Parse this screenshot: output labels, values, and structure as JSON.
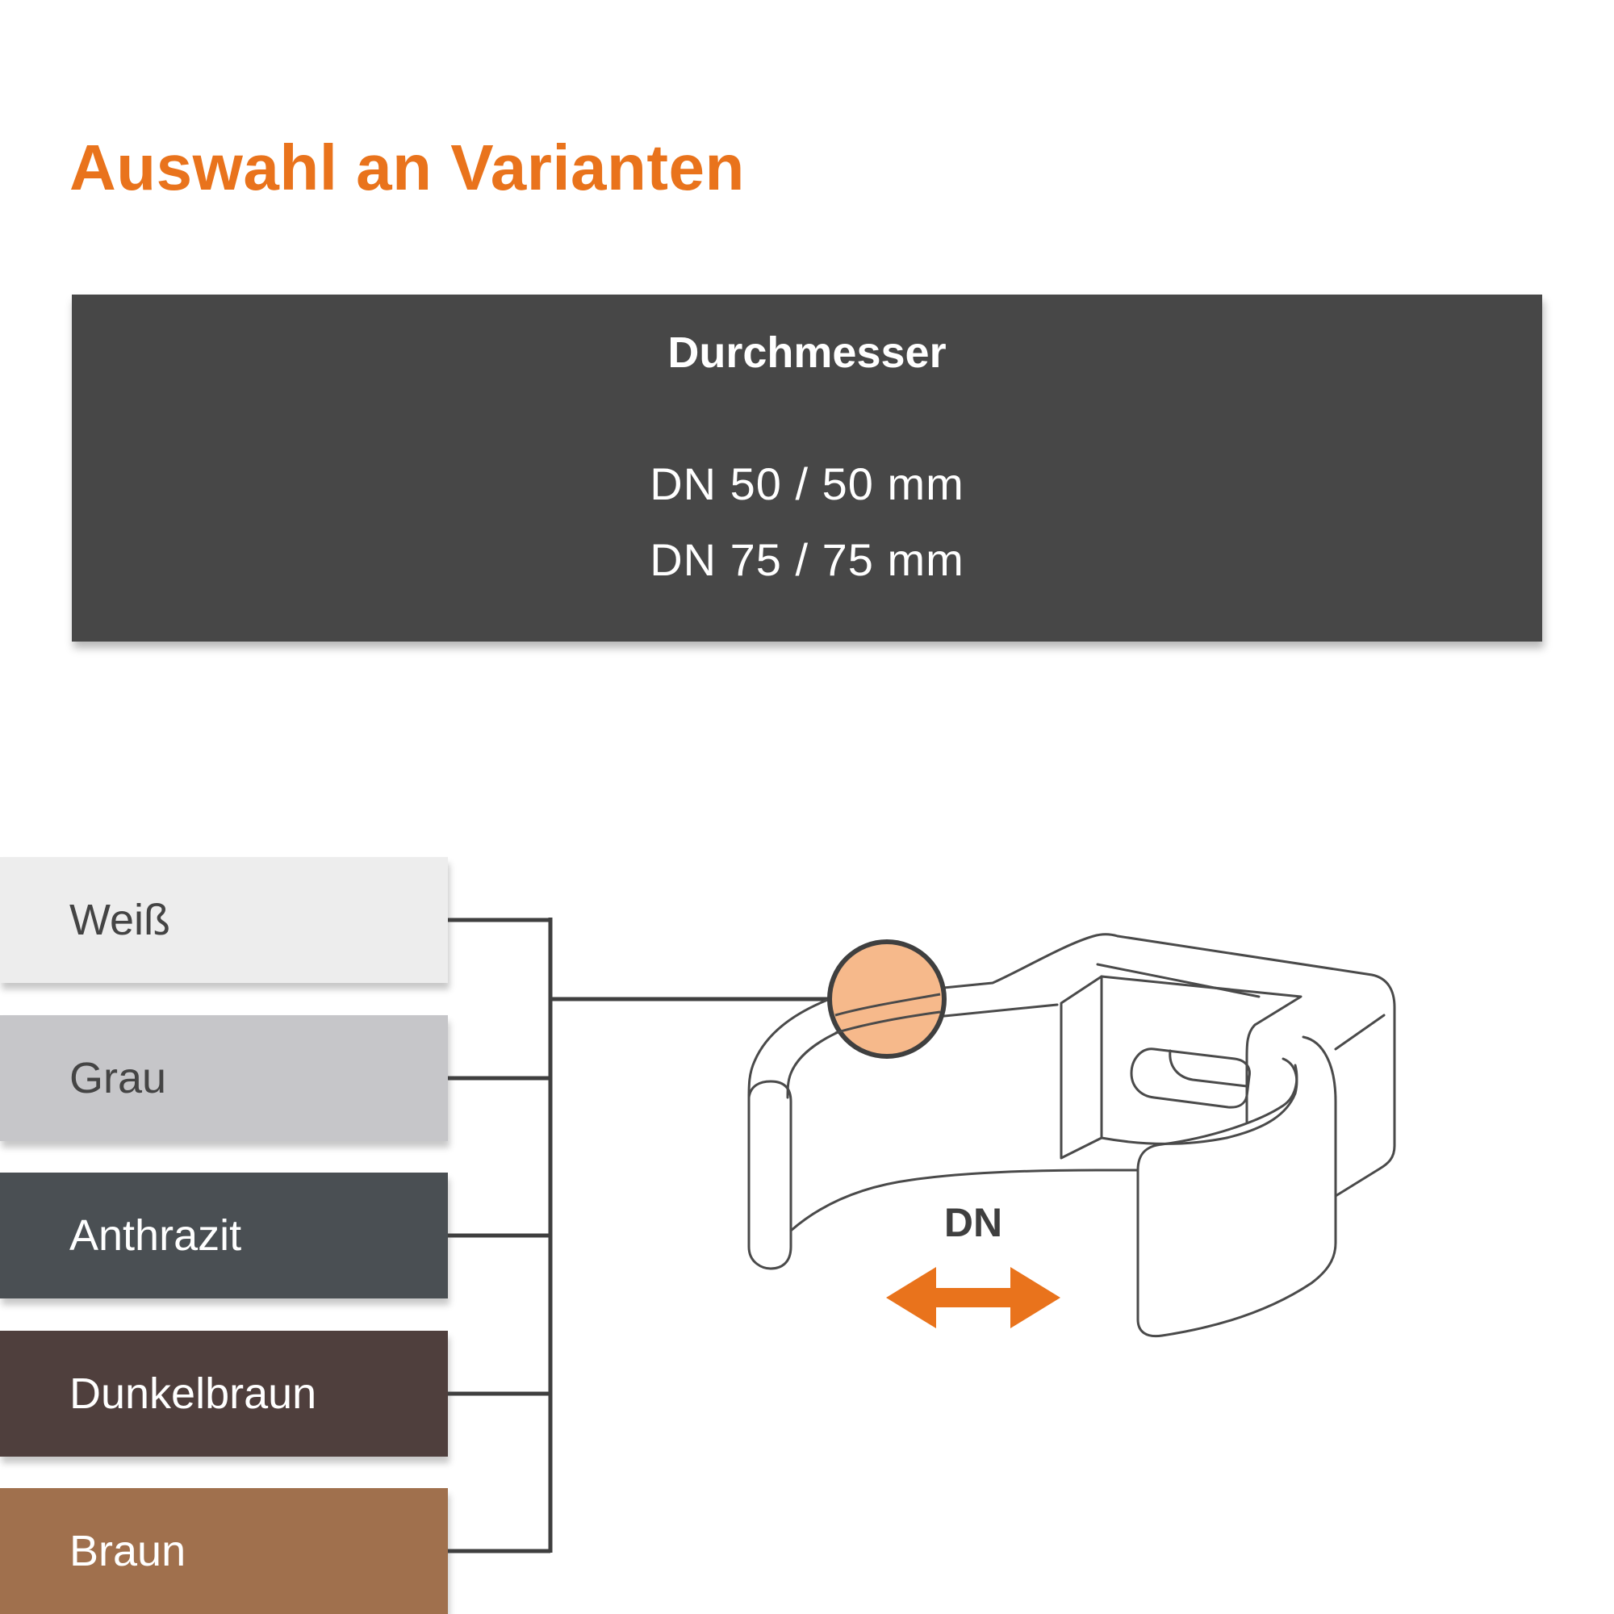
{
  "title": "Auswahl an Varianten",
  "diameter": {
    "heading": "Durchmesser",
    "values": [
      "DN 50 / 50 mm",
      "DN 75 / 75 mm"
    ]
  },
  "colors": [
    {
      "label": "Weiß",
      "bg": "#EDEDED",
      "text": "#444444"
    },
    {
      "label": "Grau",
      "bg": "#C6C6C9",
      "text": "#444444"
    },
    {
      "label": "Anthrazit",
      "bg": "#4A4F53",
      "text": "#FFFFFF"
    },
    {
      "label": "Dunkelbraun",
      "bg": "#4F3F3D",
      "text": "#FFFFFF"
    },
    {
      "label": "Braun",
      "bg": "#A0704D",
      "text": "#FFFFFF"
    }
  ],
  "diagram": {
    "dimension_label": "DN",
    "accent_color": "#E9731C",
    "highlight_color": "#F6B98B"
  }
}
